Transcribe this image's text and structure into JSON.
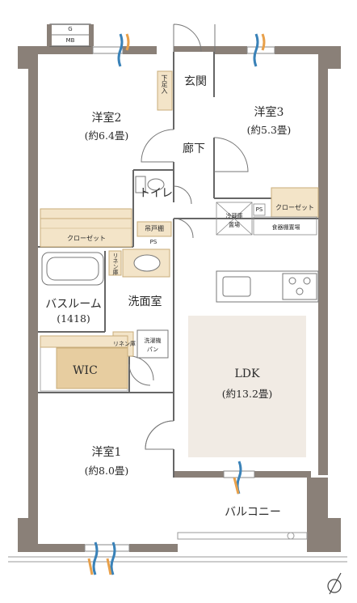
{
  "rooms": {
    "western2": {
      "name": "洋室2",
      "size": "(約6.4畳)"
    },
    "western3": {
      "name": "洋室3",
      "size": "(約5.3畳)"
    },
    "western1": {
      "name": "洋室1",
      "size": "(約8.0畳)"
    },
    "ldk": {
      "name": "LDK",
      "size": "(約13.2畳)"
    },
    "entrance": "玄関",
    "hallway": "廊下",
    "toilet": "トイレ",
    "washroom": "洗面室",
    "bathroom": {
      "name": "バスルーム",
      "size": "(1418)"
    },
    "wic": "WIC",
    "balcony": "バルコニー"
  },
  "fixtures": {
    "shoe_closet": "下足入",
    "closet_w2": "クローゼット",
    "closet_w3": "クローゼット",
    "hanging_cabinet": "吊戸棚",
    "ps_left": "PS",
    "ps_right": "PS",
    "linen1": "リネン庫",
    "linen2": "リネン庫",
    "washer": "洗濯機",
    "washer_pan": "パン",
    "fridge": "冷蔵庫",
    "fridge2": "置場",
    "dish": "食器棚置場",
    "meter_g": "G",
    "meter_mb": "MB"
  },
  "colors": {
    "wall": "#8a8078",
    "ldk_floor": "#f1ebe4",
    "closet_fill": "#f3e4c8",
    "closet_line": "#c8ad7a",
    "wood": "#e7cda0",
    "vent_blue": "#3a82b8",
    "vent_orange": "#e8a04a"
  }
}
